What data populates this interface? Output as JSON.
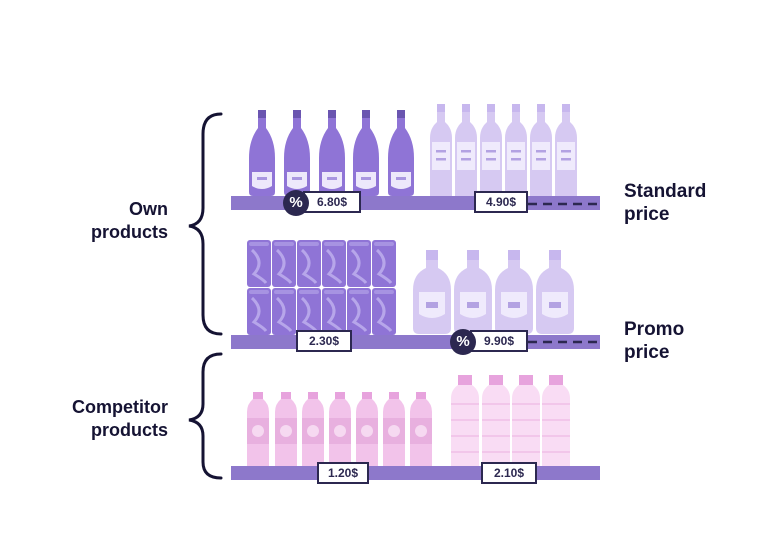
{
  "groups": {
    "own": "Own\nproducts",
    "competitor": "Competitor\nproducts"
  },
  "legend": {
    "standard": "Standard\nprice",
    "promo": "Promo\nprice"
  },
  "promo_symbol": "%",
  "prices": {
    "wine_dark": "6.80$",
    "wine_light": "4.90$",
    "cans": "2.30$",
    "liquor": "9.90$",
    "water_small": "1.20$",
    "water_large": "2.10$"
  },
  "colors": {
    "shelf": "#8d78cb",
    "dark_purple": "#8f74d6",
    "light_purple": "#d6c9f2",
    "pink": "#f2c3ea",
    "tag_border": "#2c2850",
    "text": "#151333"
  },
  "icons": {
    "brace": "curly-brace-icon",
    "promo": "percent-icon",
    "leader": "dashed-line-icon"
  }
}
